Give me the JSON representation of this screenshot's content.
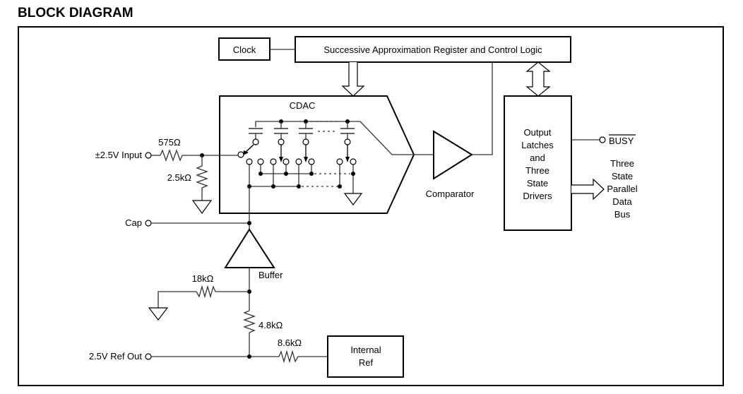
{
  "title": "BLOCK DIAGRAM",
  "blocks": {
    "clock": "Clock",
    "sar": "Successive Approximation Register and Control Logic",
    "cdac": "CDAC",
    "comparator": "Comparator",
    "output": [
      "Output",
      "Latches",
      "and",
      "Three",
      "State",
      "Drivers"
    ],
    "buffer": "Buffer",
    "internal_ref": [
      "Internal",
      "Ref"
    ]
  },
  "pins": {
    "input": "±2.5V Input",
    "cap": "Cap",
    "ref_out": "2.5V Ref Out",
    "busy": "BUSY",
    "data_bus": [
      "Three",
      "State",
      "Parallel",
      "Data",
      "Bus"
    ]
  },
  "resistors": {
    "r_input": "575Ω",
    "r_input_shunt": "2.5kΩ",
    "r_ground": "18kΩ",
    "r_divider": "4.8kΩ",
    "r_ref": "8.6kΩ"
  }
}
